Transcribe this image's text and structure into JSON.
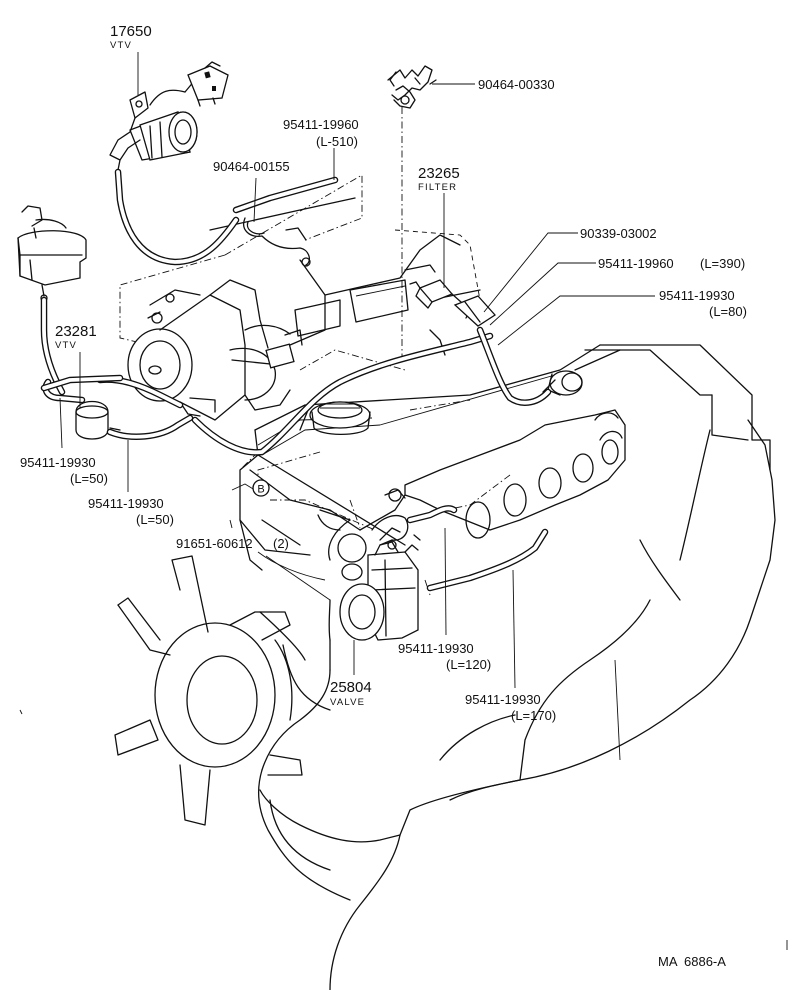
{
  "diagram": {
    "drawing_code": "MA  6886-A",
    "parts": [
      {
        "number": "17650",
        "name": "VTV"
      },
      {
        "number": "23281",
        "name": "VTV"
      },
      {
        "number": "23265",
        "name": "FILTER"
      },
      {
        "number": "25804",
        "name": "VALVE"
      }
    ],
    "callouts": [
      {
        "number": "95411-19960",
        "qualifier": "(L-510)"
      },
      {
        "number": "90464-00155",
        "qualifier": ""
      },
      {
        "number": "90464-00330",
        "qualifier": ""
      },
      {
        "number": "90339-03002",
        "qualifier": ""
      },
      {
        "number": "95411-19960",
        "qualifier": "(L=390)"
      },
      {
        "number": "95411-19930",
        "qualifier": "(L=80)"
      },
      {
        "number": "95411-19930",
        "qualifier": "(L=50)"
      },
      {
        "number": "95411-19930",
        "qualifier": "(L=50)"
      },
      {
        "number": "91651-60612",
        "qualifier": "(2)"
      },
      {
        "number": "95411-19930",
        "qualifier": "(L=120)"
      },
      {
        "number": "95411-19930",
        "qualifier": "(L=170)"
      }
    ],
    "marker": "B"
  }
}
